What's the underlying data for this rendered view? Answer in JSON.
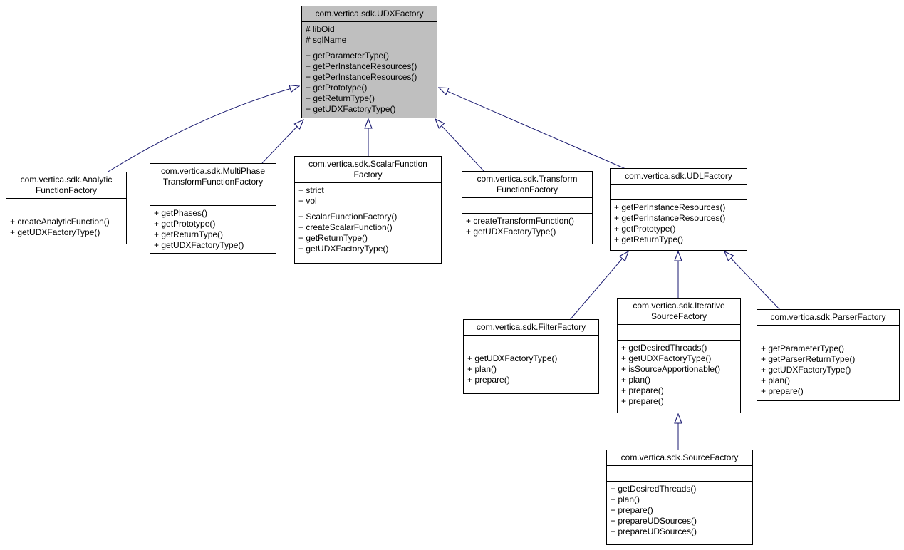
{
  "diagram": {
    "type": "uml-inheritance-diagram",
    "focus_class": "com.vertica.sdk.UDXFactory",
    "colors": {
      "edge": "#191970",
      "node_border": "#000000",
      "node_fill": "#ffffff",
      "focus_node_fill": "#bfbfbf",
      "text": "#000000"
    },
    "classes": [
      {
        "name": "com.vertica.sdk.UDXFactory",
        "title_lines": [
          "com.vertica.sdk.UDXFactory"
        ],
        "highlighted": true,
        "attributes": [
          "# libOid",
          "# sqlName"
        ],
        "methods": [
          "+ getParameterType()",
          "+ getPerInstanceResources()",
          "+ getPerInstanceResources()",
          "+ getPrototype()",
          "+ getReturnType()",
          "+ getUDXFactoryType()"
        ]
      },
      {
        "name": "com.vertica.sdk.AnalyticFunctionFactory",
        "title_lines": [
          "com.vertica.sdk.Analytic",
          "FunctionFactory"
        ],
        "highlighted": false,
        "attributes": [],
        "methods": [
          "+ createAnalyticFunction()",
          "+ getUDXFactoryType()"
        ]
      },
      {
        "name": "com.vertica.sdk.MultiPhaseTransformFunctionFactory",
        "title_lines": [
          "com.vertica.sdk.MultiPhase",
          "TransformFunctionFactory"
        ],
        "highlighted": false,
        "attributes": [],
        "methods": [
          "+ getPhases()",
          "+ getPrototype()",
          "+ getReturnType()",
          "+ getUDXFactoryType()"
        ]
      },
      {
        "name": "com.vertica.sdk.ScalarFunctionFactory",
        "title_lines": [
          "com.vertica.sdk.ScalarFunction",
          "Factory"
        ],
        "highlighted": false,
        "attributes": [
          "+ strict",
          "+ vol"
        ],
        "methods": [
          "+ ScalarFunctionFactory()",
          "+ createScalarFunction()",
          "+ getReturnType()",
          "+ getUDXFactoryType()"
        ]
      },
      {
        "name": "com.vertica.sdk.TransformFunctionFactory",
        "title_lines": [
          "com.vertica.sdk.Transform",
          "FunctionFactory"
        ],
        "highlighted": false,
        "attributes": [],
        "methods": [
          "+ createTransformFunction()",
          "+ getUDXFactoryType()"
        ]
      },
      {
        "name": "com.vertica.sdk.UDLFactory",
        "title_lines": [
          "com.vertica.sdk.UDLFactory"
        ],
        "highlighted": false,
        "attributes": [],
        "methods": [
          "+ getPerInstanceResources()",
          "+ getPerInstanceResources()",
          "+ getPrototype()",
          "+ getReturnType()"
        ]
      },
      {
        "name": "com.vertica.sdk.FilterFactory",
        "title_lines": [
          "com.vertica.sdk.FilterFactory"
        ],
        "highlighted": false,
        "attributes": [],
        "methods": [
          "+ getUDXFactoryType()",
          "+ plan()",
          "+ prepare()"
        ]
      },
      {
        "name": "com.vertica.sdk.IterativeSourceFactory",
        "title_lines": [
          "com.vertica.sdk.Iterative",
          "SourceFactory"
        ],
        "highlighted": false,
        "attributes": [],
        "methods": [
          "+ getDesiredThreads()",
          "+ getUDXFactoryType()",
          "+ isSourceApportionable()",
          "+ plan()",
          "+ prepare()",
          "+ prepare()"
        ]
      },
      {
        "name": "com.vertica.sdk.ParserFactory",
        "title_lines": [
          "com.vertica.sdk.ParserFactory"
        ],
        "highlighted": false,
        "attributes": [],
        "methods": [
          "+ getParameterType()",
          "+ getParserReturnType()",
          "+ getUDXFactoryType()",
          "+ plan()",
          "+ prepare()"
        ]
      },
      {
        "name": "com.vertica.sdk.SourceFactory",
        "title_lines": [
          "com.vertica.sdk.SourceFactory"
        ],
        "highlighted": false,
        "attributes": [],
        "methods": [
          "+ getDesiredThreads()",
          "+ plan()",
          "+ prepare()",
          "+ prepareUDSources()",
          "+ prepareUDSources()"
        ]
      }
    ],
    "edges": [
      {
        "from": "com.vertica.sdk.AnalyticFunctionFactory",
        "to": "com.vertica.sdk.UDXFactory",
        "relation": "inherits"
      },
      {
        "from": "com.vertica.sdk.MultiPhaseTransformFunctionFactory",
        "to": "com.vertica.sdk.UDXFactory",
        "relation": "inherits"
      },
      {
        "from": "com.vertica.sdk.ScalarFunctionFactory",
        "to": "com.vertica.sdk.UDXFactory",
        "relation": "inherits"
      },
      {
        "from": "com.vertica.sdk.TransformFunctionFactory",
        "to": "com.vertica.sdk.UDXFactory",
        "relation": "inherits"
      },
      {
        "from": "com.vertica.sdk.UDLFactory",
        "to": "com.vertica.sdk.UDXFactory",
        "relation": "inherits"
      },
      {
        "from": "com.vertica.sdk.FilterFactory",
        "to": "com.vertica.sdk.UDLFactory",
        "relation": "inherits"
      },
      {
        "from": "com.vertica.sdk.IterativeSourceFactory",
        "to": "com.vertica.sdk.UDLFactory",
        "relation": "inherits"
      },
      {
        "from": "com.vertica.sdk.ParserFactory",
        "to": "com.vertica.sdk.UDLFactory",
        "relation": "inherits"
      },
      {
        "from": "com.vertica.sdk.SourceFactory",
        "to": "com.vertica.sdk.IterativeSourceFactory",
        "relation": "inherits"
      }
    ]
  }
}
